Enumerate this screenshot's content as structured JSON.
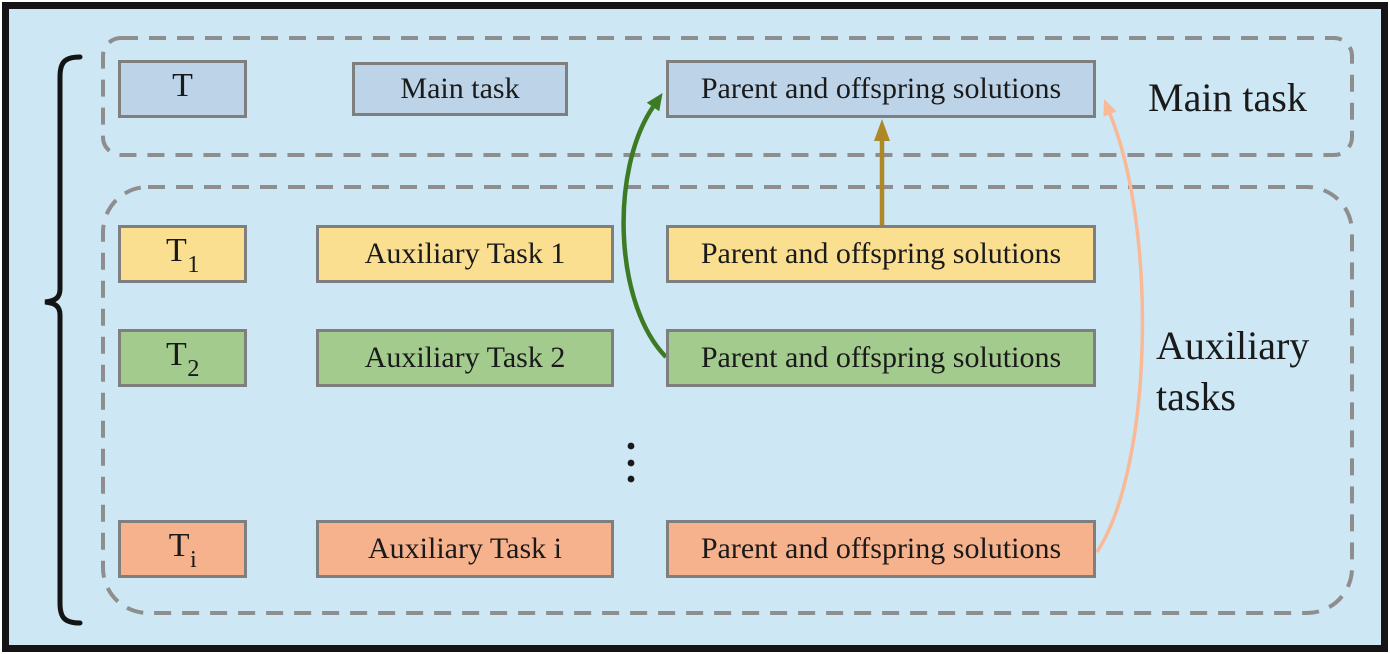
{
  "diagram": {
    "colors": {
      "background": "#cde7f4",
      "frame_border": "#141414",
      "box_border": "#7f7f7f",
      "dashed_border": "#8e8e8e",
      "bracket": "#141414",
      "text": "#1a1a1a",
      "main_fill": "#bcd3e8",
      "aux1_fill": "#fbdf90",
      "aux2_fill": "#a2cb8d",
      "auxi_fill": "#f6b28c",
      "arrow_green": "#3c7a23",
      "arrow_gold": "#ae8727",
      "arrow_pink": "#f9b896"
    },
    "main_section": {
      "section_label": "Main task",
      "row": {
        "id": {
          "base": "T",
          "sub": ""
        },
        "task_label": "Main task",
        "pool_label": "Parent and offspring solutions"
      }
    },
    "aux_section": {
      "section_label_line1": "Auxiliary",
      "section_label_line2": "tasks",
      "ellipsis": "⋮",
      "rows": [
        {
          "id": {
            "base": "T",
            "sub": "1"
          },
          "task_label": "Auxiliary Task 1",
          "pool_label": "Parent and offspring solutions"
        },
        {
          "id": {
            "base": "T",
            "sub": "2"
          },
          "task_label": "Auxiliary Task 2",
          "pool_label": "Parent and offspring solutions"
        },
        {
          "id": {
            "base": "T",
            "sub": "i"
          },
          "task_label": "Auxiliary Task i",
          "pool_label": "Parent and offspring solutions"
        }
      ]
    }
  }
}
